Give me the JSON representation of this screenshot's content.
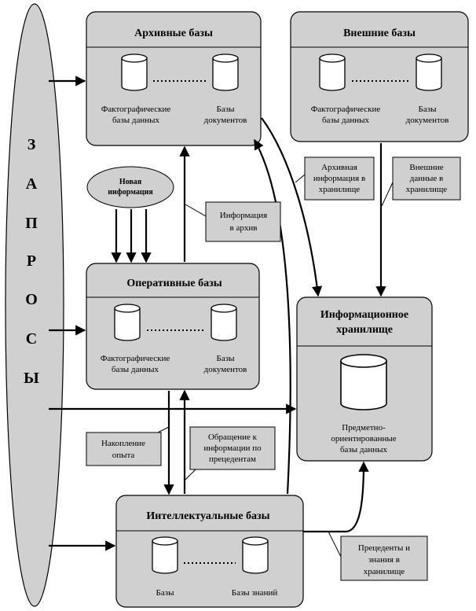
{
  "requests": {
    "letters": [
      "З",
      "А",
      "П",
      "Р",
      "О",
      "С",
      "Ы"
    ]
  },
  "archive": {
    "title": "Архивные базы",
    "db1_label": [
      "Фактографические",
      "базы данных"
    ],
    "db2_label": [
      "Базы",
      "документов"
    ]
  },
  "external": {
    "title": "Внешние базы",
    "db1_label": [
      "Фактографические",
      "базы данных"
    ],
    "db2_label": [
      "Базы",
      "документов"
    ]
  },
  "operative": {
    "title": "Оперативные базы",
    "db1_label": [
      "Фактографические",
      "базы данных"
    ],
    "db2_label": [
      "Базы",
      "документов"
    ]
  },
  "warehouse": {
    "title": [
      "Информационное",
      "хранилище"
    ],
    "db_label": [
      "Предметно-",
      "ориентированные",
      "базы данных"
    ]
  },
  "intellectual": {
    "title": "Интеллектуальные базы",
    "db1_label": "Базы",
    "db2_label": "Базы знаний"
  },
  "new_info": [
    "Новая",
    "информация"
  ],
  "notes": {
    "info_to_archive": [
      "Информация",
      "в архив"
    ],
    "archive_in_warehouse": [
      "Архивная",
      "информация в",
      "хранилище"
    ],
    "external_in_warehouse": [
      "Внешние",
      "данные в",
      "хранилище"
    ],
    "experience": [
      "Накопление",
      "опыта"
    ],
    "precedents_access": [
      "Обращение к",
      "информации по",
      "прецедентам"
    ],
    "precedents_knowledge": [
      "Прецеденты и",
      "знания в",
      "хранилище"
    ]
  }
}
